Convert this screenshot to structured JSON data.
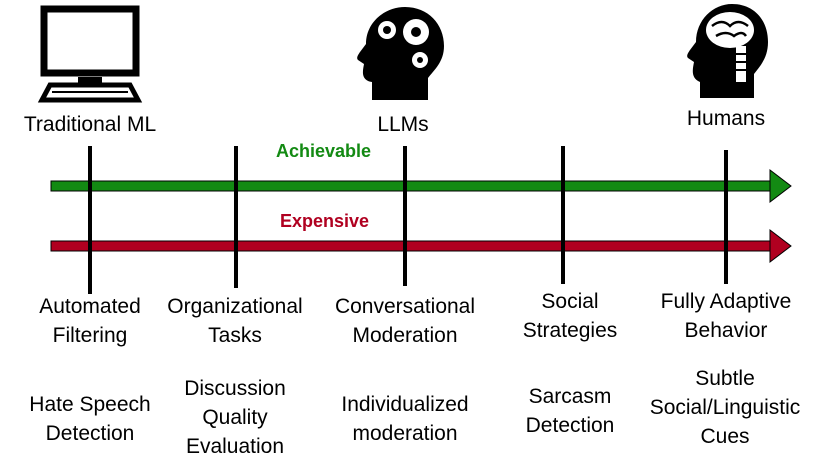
{
  "headers": {
    "traditional_ml": "Traditional ML",
    "llms": "LLMs",
    "humans": "Humans"
  },
  "arrows": {
    "achievable": {
      "label": "Achievable",
      "color": "#138a13"
    },
    "expensive": {
      "label": "Expensive",
      "color": "#b00020"
    }
  },
  "icons": {
    "computer": "computer-monitor-icon",
    "gears_head": "head-with-gears-icon",
    "brain_head": "head-with-brain-icon"
  },
  "tasks": [
    "Automated\nFiltering",
    "Organizational\nTasks",
    "Conversational\nModeration",
    "Social\nStrategies",
    "Fully Adaptive\nBehavior"
  ],
  "examples": [
    "Hate Speech\nDetection",
    "Discussion\nQuality\nEvaluation",
    "Individualized\nmoderation",
    "Sarcasm\nDetection",
    "Subtle\nSocial/Linguistic\nCues"
  ]
}
